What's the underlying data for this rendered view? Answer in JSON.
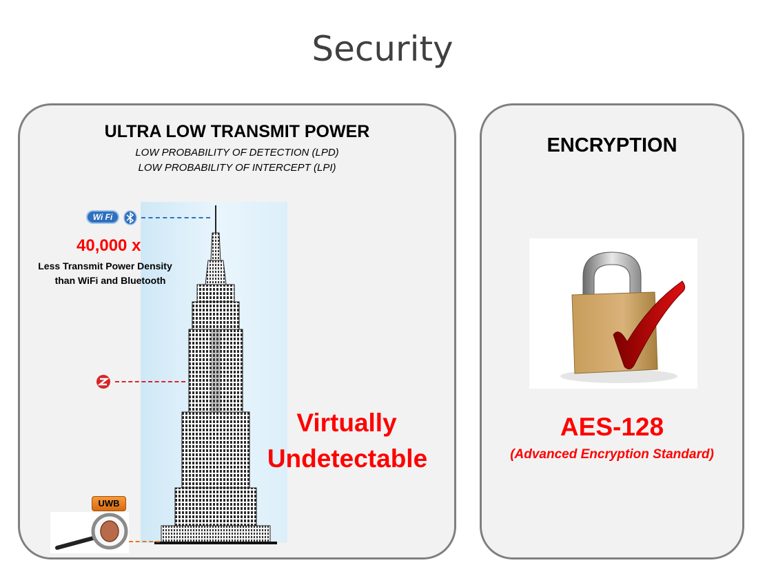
{
  "slide": {
    "title": "Security"
  },
  "left_panel": {
    "heading": "ULTRA LOW TRANSMIT POWER",
    "subheading_1": "LOW PROBABILITY OF DETECTION (LPD)",
    "subheading_2": "LOW PROBABILITY OF INTERCEPT (LPI)",
    "wifi_badge": "Wi Fi",
    "factor": "40,000 x",
    "factor_caption_1": "Less Transmit Power Density",
    "factor_caption_2": "than WiFi and Bluetooth",
    "uwb_badge": "UWB",
    "tagline_1": "Virtually",
    "tagline_2": "Undetectable",
    "icons": [
      "wifi-icon",
      "bluetooth-icon",
      "zigbee-icon",
      "magnifier-icon",
      "coin-icon",
      "skyscraper-illustration"
    ]
  },
  "right_panel": {
    "heading": "ENCRYPTION",
    "standard": "AES-128",
    "standard_caption": "(Advanced Encryption Standard)",
    "icons": [
      "padlock-checkmark-icon"
    ]
  },
  "colors": {
    "accent_red": "#ff0000",
    "panel_bg": "#f2f2f2",
    "panel_border": "#7f7f7f",
    "uwb_orange": "#e87722",
    "wifi_blue": "#2f6fbd"
  }
}
